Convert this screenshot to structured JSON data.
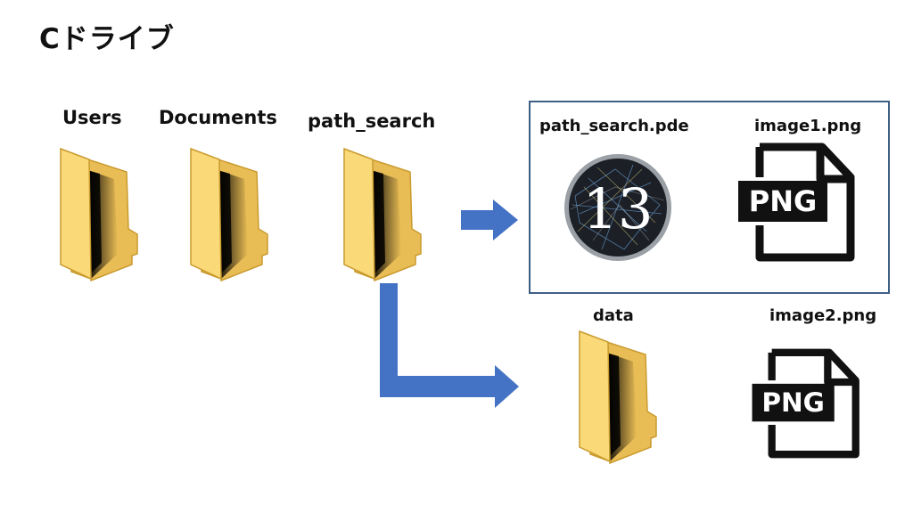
{
  "title": "Cドライブ",
  "folders": {
    "users": "Users",
    "documents": "Documents",
    "path_search": "path_search",
    "data": "data"
  },
  "files": {
    "sketch": "path_search.pde",
    "image1": "image1.png",
    "image2": "image2.png"
  },
  "icons": {
    "folder": "folder-icon",
    "processing": "processing-logo-icon",
    "png": "png-file-icon",
    "png_label": "PNG",
    "processing_label": "P3"
  },
  "colors": {
    "arrow": "#4472c4",
    "box_border": "#3e5f85",
    "folder_front": "#f8d775",
    "folder_back": "#e8b947"
  }
}
